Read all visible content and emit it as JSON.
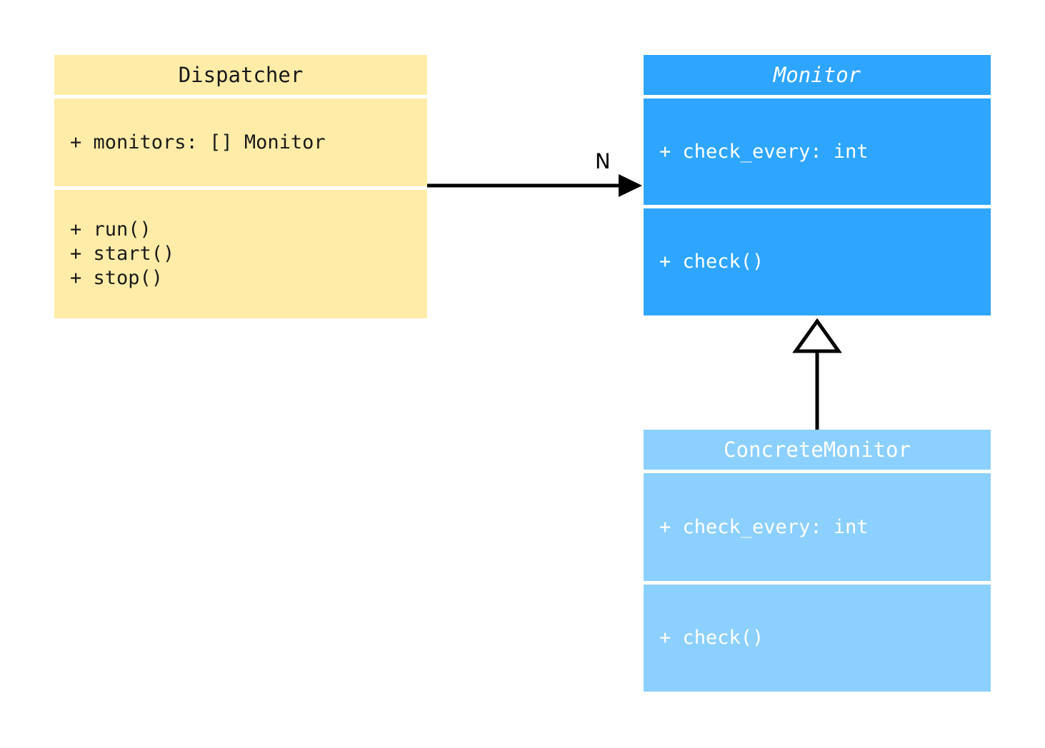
{
  "diagram": {
    "type": "uml-class-diagram",
    "title": "Dispatcher / Monitor class diagram",
    "background_color": "#ffffff"
  },
  "classes": [
    {
      "key": "dispatcher",
      "name": "Dispatcher",
      "abstract": false,
      "fill_color": "#ffeca8",
      "text_color": "#1a1a1a",
      "attributes": [
        "+ monitors: [] Monitor"
      ],
      "operations": [
        "+ run()",
        "+ start()",
        "+ stop()"
      ]
    },
    {
      "key": "monitor",
      "name": "Monitor",
      "abstract": true,
      "fill_color": "#2ea6ff",
      "text_color": "#ffffff",
      "attributes": [
        "+ check_every: int"
      ],
      "operations": [
        "+ check()"
      ]
    },
    {
      "key": "concretemonitor",
      "name": "ConcreteMonitor",
      "abstract": false,
      "fill_color": "#8cd0ff",
      "text_color": "#ffffff",
      "attributes": [
        "+ check_every: int"
      ],
      "operations": [
        "+ check()"
      ]
    }
  ],
  "relationships": [
    {
      "key": "dispatcher-to-monitor",
      "kind": "association",
      "from": "Dispatcher",
      "to": "Monitor",
      "arrowhead": "filled-arrow",
      "label": "N",
      "line_color": "#000000"
    },
    {
      "key": "concretemonitor-to-monitor",
      "kind": "generalization",
      "from": "ConcreteMonitor",
      "to": "Monitor",
      "arrowhead": "hollow-triangle",
      "label": "",
      "line_color": "#000000"
    }
  ],
  "dispatcher": {
    "title": "Dispatcher",
    "attr_0": "+ monitors: [] Monitor",
    "op_0": "+ run()",
    "op_1": "+ start()",
    "op_2": "+ stop()"
  },
  "monitor": {
    "title": "Monitor",
    "attr_0": "+ check_every: int",
    "op_0": "+ check()"
  },
  "concretemonitor": {
    "title": "ConcreteMonitor",
    "attr_0": "+ check_every: int",
    "op_0": "+ check()"
  },
  "edges": {
    "multiplicity_n": "N"
  }
}
